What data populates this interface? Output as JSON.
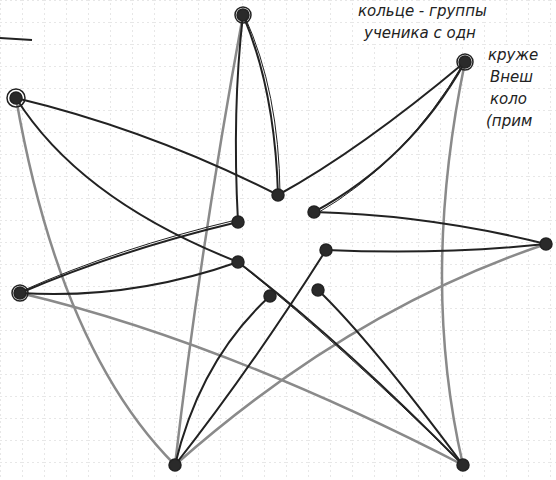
{
  "diagram": {
    "labels": [
      "кольце - группы",
      "ученика с одн",
      "круже",
      "Внеш",
      "коло",
      "(прим"
    ]
  }
}
